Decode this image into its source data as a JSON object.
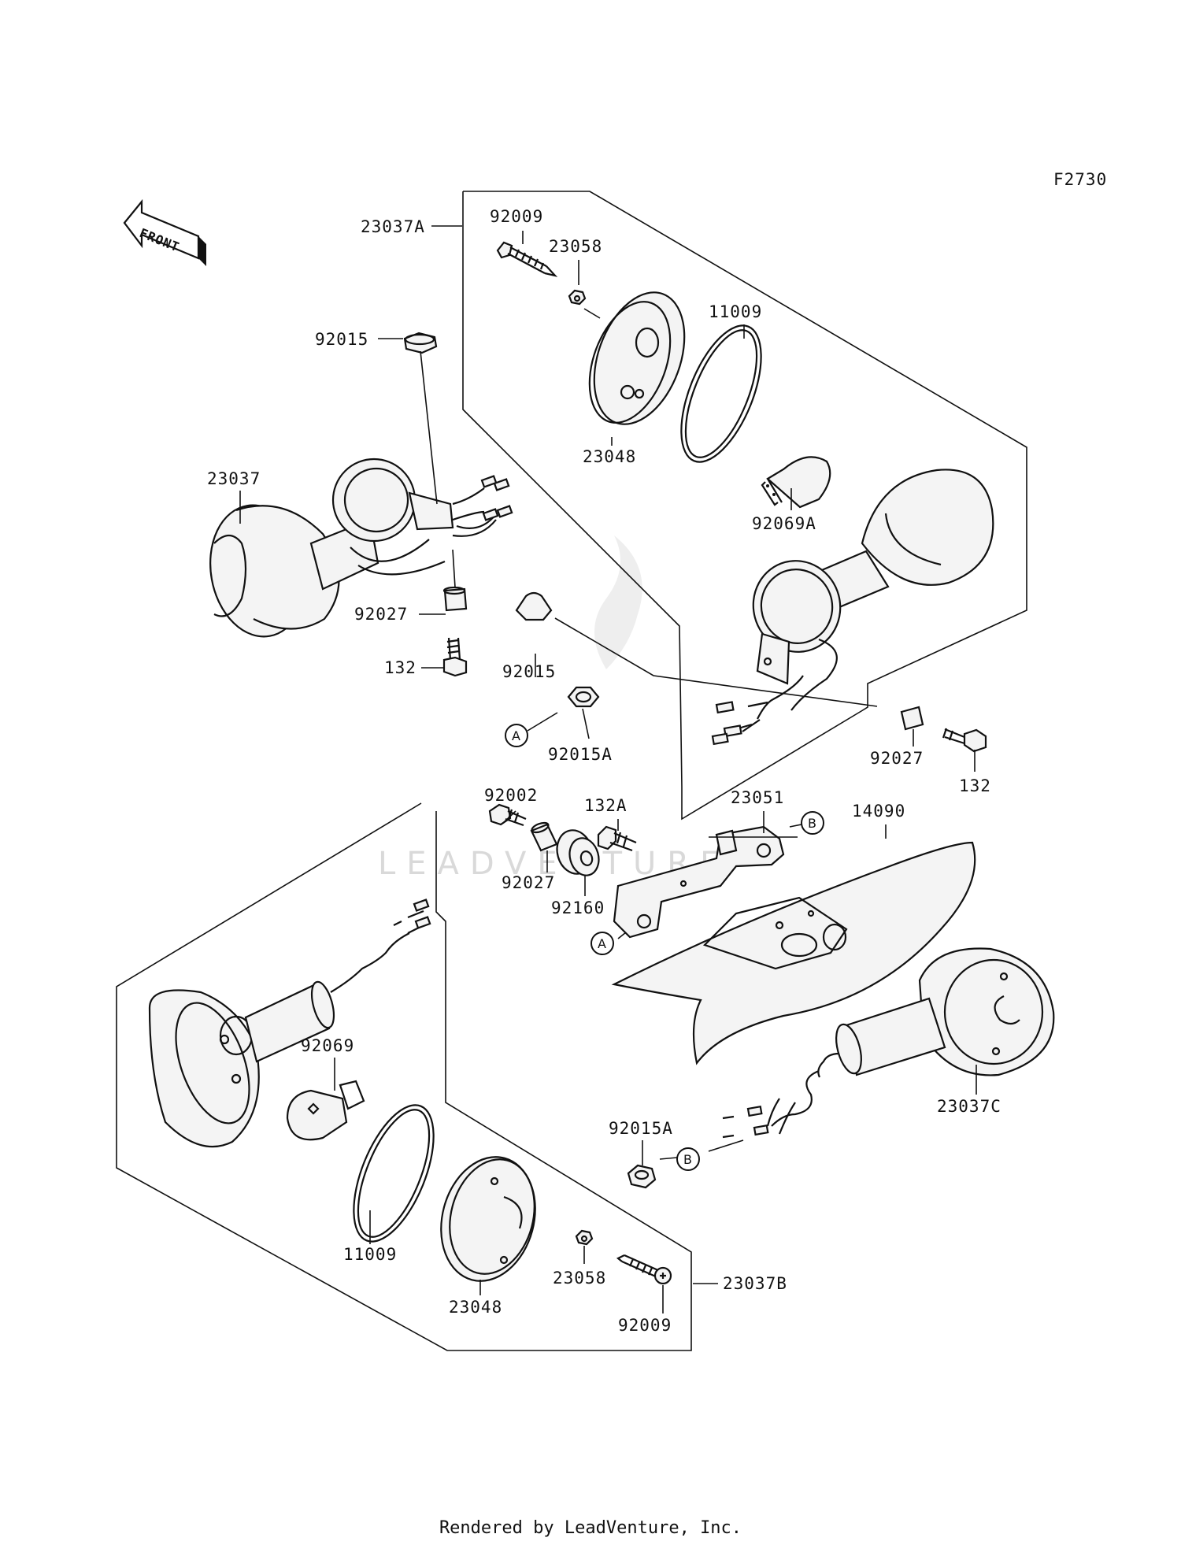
{
  "figure_code": "F2730",
  "front_label": "FRONT",
  "watermark": "LEADVENTURE",
  "footer": "Rendered by LeadVenture, Inc.",
  "part_numbers": {
    "p23037A": "23037A",
    "p92009_top": "92009",
    "p23058_top": "23058",
    "p11009_top": "11009",
    "p23048_top": "23048",
    "p92069A": "92069A",
    "p92015_left": "92015",
    "p23037": "23037",
    "p92027_left": "92027",
    "p132_left": "132",
    "p92015_mid": "92015",
    "p92015A_mid": "92015A",
    "p92002": "92002",
    "p132A": "132A",
    "p23051": "23051",
    "p14090": "14090",
    "p92027_right": "92027",
    "p132_right": "132",
    "p92027_mid": "92027",
    "p92160": "92160",
    "p92069": "92069",
    "p11009_bottom": "11009",
    "p23048_bottom": "23048",
    "p23058_bottom": "23058",
    "p92009_bottom": "92009",
    "p23037B": "23037B",
    "p92015A_bottom": "92015A",
    "p23037C": "23037C"
  },
  "callouts": {
    "A1": "A",
    "A2": "A",
    "B1": "B",
    "B2": "B"
  }
}
